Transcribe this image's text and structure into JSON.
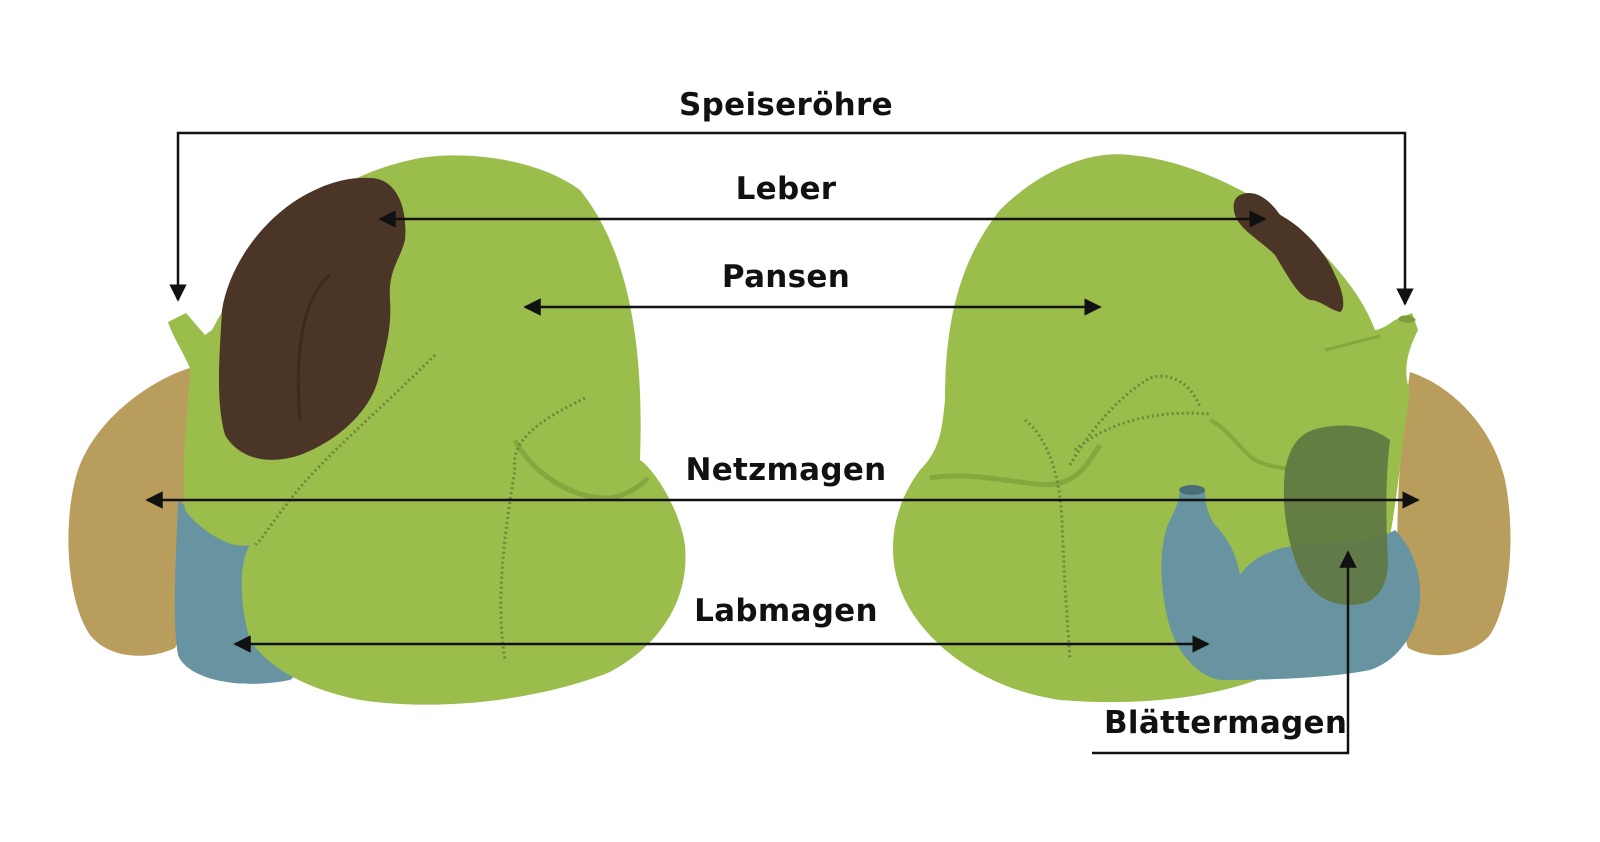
{
  "labels": {
    "speiseroehre": "Speiseröhre",
    "leber": "Leber",
    "pansen": "Pansen",
    "netzmagen": "Netzmagen",
    "labmagen": "Labmagen",
    "blaettermagen": "Blättermagen"
  },
  "colors": {
    "rumen": "#9bbd4c",
    "liver": "#4a3526",
    "reticulum": "#b89d5c",
    "abomasum": "#6794a0",
    "omasum": "#5f7741",
    "line": "#111111",
    "background": "#ffffff"
  }
}
